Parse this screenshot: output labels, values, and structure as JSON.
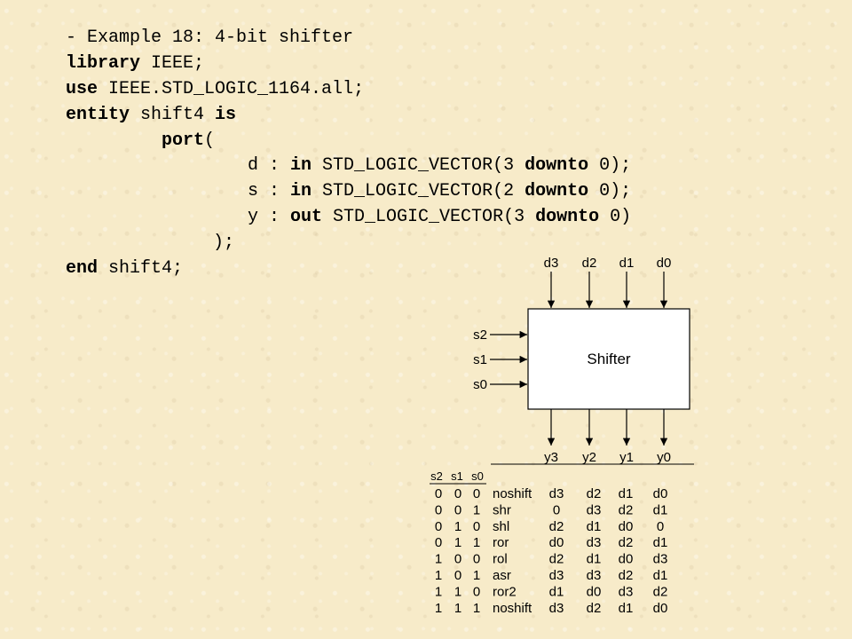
{
  "code": {
    "lines": [
      [
        {
          "t": "- Example 18: 4-bit shifter",
          "kw": false
        }
      ],
      [
        {
          "t": "library",
          "kw": true
        },
        {
          "t": " IEEE;",
          "kw": false
        }
      ],
      [
        {
          "t": "use",
          "kw": true
        },
        {
          "t": " IEEE.STD_LOGIC_1164.all;",
          "kw": false
        }
      ],
      [
        {
          "t": "entity",
          "kw": true
        },
        {
          "t": " shift4 ",
          "kw": false
        },
        {
          "t": "is",
          "kw": true
        }
      ],
      [
        {
          "t": "port",
          "kw": true
        },
        {
          "t": "(",
          "kw": false
        }
      ],
      [
        {
          "t": "d : ",
          "kw": false
        },
        {
          "t": "in",
          "kw": true
        },
        {
          "t": " STD_LOGIC_VECTOR(3 ",
          "kw": false
        },
        {
          "t": "downto",
          "kw": true
        },
        {
          "t": " 0);",
          "kw": false
        }
      ],
      [
        {
          "t": "s : ",
          "kw": false
        },
        {
          "t": "in",
          "kw": true
        },
        {
          "t": " STD_LOGIC_VECTOR(2 ",
          "kw": false
        },
        {
          "t": "downto",
          "kw": true
        },
        {
          "t": " 0);",
          "kw": false
        }
      ],
      [
        {
          "t": "y : ",
          "kw": false
        },
        {
          "t": "out",
          "kw": true
        },
        {
          "t": " STD_LOGIC_VECTOR(3 ",
          "kw": false
        },
        {
          "t": "downto",
          "kw": true
        },
        {
          "t": " 0)",
          "kw": false
        }
      ],
      [
        {
          "t": ");",
          "kw": false
        }
      ],
      [
        {
          "t": "end",
          "kw": true
        },
        {
          "t": " shift4;",
          "kw": false
        }
      ]
    ]
  },
  "block": {
    "label": "Shifter",
    "inputs_top": [
      "d3",
      "d2",
      "d1",
      "d0"
    ],
    "inputs_left": [
      "s2",
      "s1",
      "s0"
    ],
    "outputs": [
      "y3",
      "y2",
      "y1",
      "y0"
    ]
  },
  "table": {
    "headers": [
      "s2",
      "s1",
      "s0"
    ],
    "rows": [
      [
        "0",
        "0",
        "0",
        "noshift",
        "d3",
        "d2",
        "d1",
        "d0"
      ],
      [
        "0",
        "0",
        "1",
        "shr",
        "0",
        "d3",
        "d2",
        "d1"
      ],
      [
        "0",
        "1",
        "0",
        "shl",
        "d2",
        "d1",
        "d0",
        "0"
      ],
      [
        "0",
        "1",
        "1",
        "ror",
        "d0",
        "d3",
        "d2",
        "d1"
      ],
      [
        "1",
        "0",
        "0",
        "rol",
        "d2",
        "d1",
        "d0",
        "d3"
      ],
      [
        "1",
        "0",
        "1",
        "asr",
        "d3",
        "d3",
        "d2",
        "d1"
      ],
      [
        "1",
        "1",
        "0",
        "ror2",
        "d1",
        "d0",
        "d3",
        "d2"
      ],
      [
        "1",
        "1",
        "1",
        "noshift",
        "d3",
        "d2",
        "d1",
        "d0"
      ]
    ]
  },
  "colors": {
    "background": "#f7ebc9",
    "ink": "#000000",
    "block_fill": "#ffffff"
  }
}
